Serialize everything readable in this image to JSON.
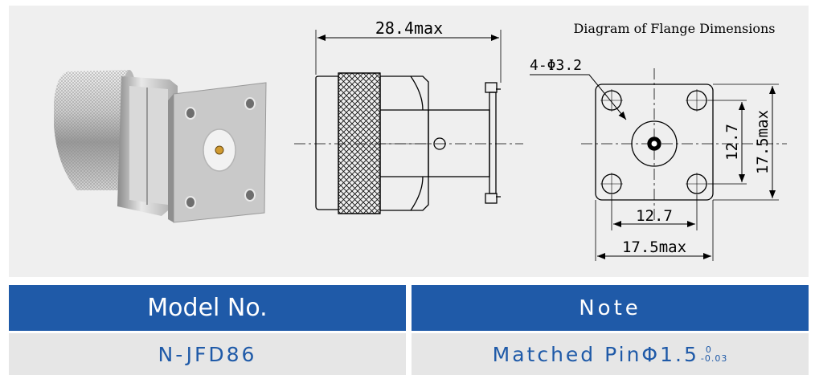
{
  "drawing": {
    "overall_length": "28.4max",
    "flange_title": "Diagram of Flange Dimensions",
    "hole_callout": "4-Φ3.2",
    "hole_spacing_h": "12.7",
    "flange_width_h": "17.5max",
    "hole_spacing_v": "12.7",
    "flange_width_v": "17.5max"
  },
  "table": {
    "header_model": "Model No.",
    "header_note": "Note",
    "model_value": "N-JFD86",
    "note_value": "Matched PinΦ1.5",
    "note_tol_upper": "0",
    "note_tol_lower": "-0.03"
  },
  "colors": {
    "header_bg": "#1f5aa8",
    "cell_bg": "#e6e6e6",
    "panel_bg": "#efefef",
    "accent_text": "#1f5aa8"
  }
}
